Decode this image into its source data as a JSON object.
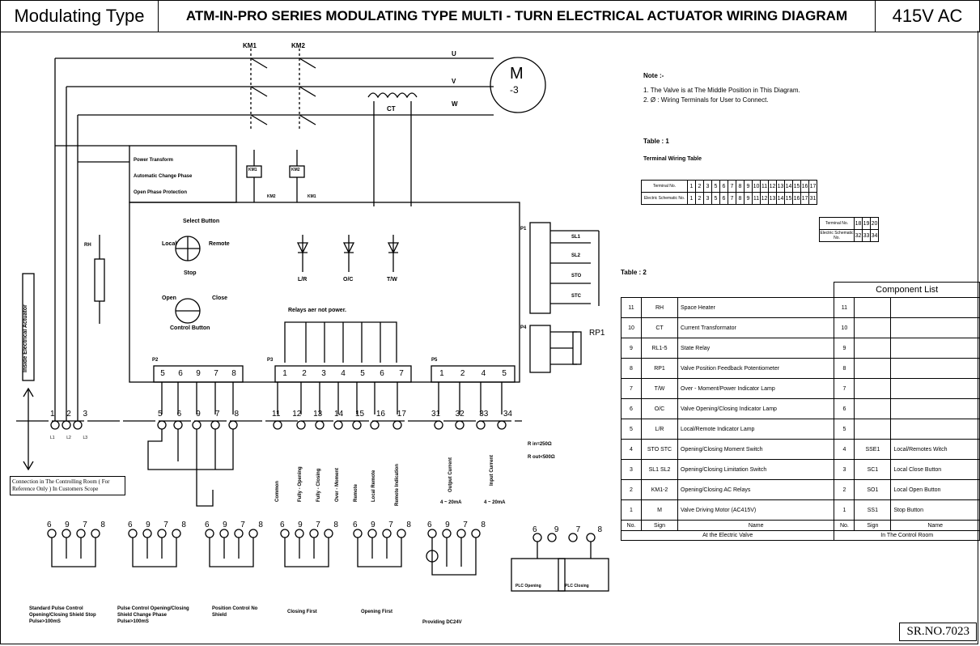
{
  "header": {
    "type_label": "Modulating Type",
    "title": "ATM-IN-PRO SERIES MODULATING TYPE MULTI - TURN ELECTRICAL ACTUATOR WIRING DIAGRAM",
    "voltage": "415V AC"
  },
  "motor": {
    "m": "M",
    "phase": "-3",
    "u": "U",
    "v": "V",
    "w": "W",
    "km1": "KM1",
    "km2": "KM2",
    "ct": "CT"
  },
  "power_box": {
    "l1": "Power Transform",
    "l2": "Automatic Change Phase",
    "l3": "Open Phase Protection",
    "km1": "KM1",
    "km2": "KM2",
    "km1b": "KM1",
    "km2b": "KM2"
  },
  "board": {
    "select_button": "Select Button",
    "local": "Local",
    "remote": "Remote",
    "stop": "Stop",
    "open": "Open",
    "close": "Close",
    "control_button": "Control Button",
    "lr": "L/R",
    "oc": "O/C",
    "tw": "T/W",
    "relays": "Relays aer not power.",
    "rh": "RH",
    "side_label": "Inside Electrical Actuator",
    "rp1": "RP1",
    "sl1": "SL1",
    "sl2": "SL2",
    "sto": "STO",
    "stc": "STC",
    "p1": "P1",
    "p2": "P2",
    "p3": "P3",
    "p4": "P4",
    "p5": "P5"
  },
  "terminals": {
    "p2": [
      "5",
      "6",
      "9",
      "7",
      "8"
    ],
    "p3": [
      "1",
      "2",
      "3",
      "4",
      "5",
      "6",
      "7"
    ],
    "p5": [
      "1",
      "2",
      "4",
      "5"
    ],
    "bottom_left": [
      "1",
      "2",
      "3"
    ],
    "bottom_left_sub": [
      "L1",
      "L2",
      "L3"
    ],
    "bottom_mid": [
      "5",
      "6",
      "9",
      "7",
      "8"
    ],
    "bottom_relay": [
      "11",
      "12",
      "13",
      "14",
      "15",
      "16",
      "17"
    ],
    "bottom_out": [
      "31",
      "32",
      "33",
      "34"
    ]
  },
  "signal_labels": [
    "Common",
    "Fully - Opening",
    "Fully - Closing",
    "Over - Moment",
    "Remote",
    "Local Remote",
    "Remote Indication"
  ],
  "output_labels": [
    "Output Current",
    "Input Current"
  ],
  "current_note": "4 ~ 20mA",
  "resistance": {
    "rin": "R in=250Ω",
    "rout": "R out<500Ω"
  },
  "connection_note": "Connection in The Controlling Room ( For Reference Only ) In Customers Scope",
  "notes": {
    "title": "Note :-",
    "items": [
      "1. The Valve is at The Middle Position in This Diagram.",
      "2. Ø : Wiring Terminals for User to Connect."
    ]
  },
  "table1": {
    "title": "Table : 1",
    "subtitle": "Terminal Wiring Table",
    "row1_label": "Terminal No.",
    "row1": [
      "1",
      "2",
      "3",
      "5",
      "6",
      "7",
      "8",
      "9",
      "10",
      "11",
      "12",
      "13",
      "14",
      "15",
      "16",
      "17"
    ],
    "row2_label": "Electric Schematic No.",
    "row2": [
      "1",
      "2",
      "3",
      "5",
      "6",
      "7",
      "8",
      "9",
      "11",
      "12",
      "13",
      "14",
      "15",
      "16",
      "17",
      "31"
    ],
    "row3_label": "Terminal No.",
    "row3": [
      "18",
      "19",
      "20"
    ],
    "row4_label": "Electric Schematic No.",
    "row4": [
      "32",
      "33",
      "34"
    ]
  },
  "table2": {
    "title": "Table : 2",
    "heading": "Component List",
    "rows": [
      {
        "no": "11",
        "sign": "RH",
        "name": "Space Heater",
        "no2": "11",
        "sign2": "",
        "name2": ""
      },
      {
        "no": "10",
        "sign": "CT",
        "name": "Current Transformator",
        "no2": "10",
        "sign2": "",
        "name2": ""
      },
      {
        "no": "9",
        "sign": "RL1-5",
        "name": "State Relay",
        "no2": "9",
        "sign2": "",
        "name2": ""
      },
      {
        "no": "8",
        "sign": "RP1",
        "name": "Valve Position Feedback Potentiometer",
        "no2": "8",
        "sign2": "",
        "name2": ""
      },
      {
        "no": "7",
        "sign": "T/W",
        "name": "Over - Moment/Power Indicator Lamp",
        "no2": "7",
        "sign2": "",
        "name2": ""
      },
      {
        "no": "6",
        "sign": "O/C",
        "name": "Valve Opening/Closing Indicator Lamp",
        "no2": "6",
        "sign2": "",
        "name2": ""
      },
      {
        "no": "5",
        "sign": "L/R",
        "name": "Local/Remote Indicator Lamp",
        "no2": "5",
        "sign2": "",
        "name2": ""
      },
      {
        "no": "4",
        "sign": "STO STC",
        "name": "Opening/Closing Moment Switch",
        "no2": "4",
        "sign2": "SSE1",
        "name2": "Local/Remotes Witch"
      },
      {
        "no": "3",
        "sign": "SL1 SL2",
        "name": "Opening/Closing Limitation Switch",
        "no2": "3",
        "sign2": "SC1",
        "name2": "Local Close Button"
      },
      {
        "no": "2",
        "sign": "KM1-2",
        "name": "Opening/Closing AC Relays",
        "no2": "2",
        "sign2": "SO1",
        "name2": "Local Open Button"
      },
      {
        "no": "1",
        "sign": "M",
        "name": "Valve Driving Motor (AC415V)",
        "no2": "1",
        "sign2": "SS1",
        "name2": "Stop Button"
      }
    ],
    "col_no": "No.",
    "col_sign": "Sign",
    "col_name": "Name",
    "footer_left": "At the Electric Valve",
    "footer_right": "In The Control Room"
  },
  "modes": [
    {
      "caption": "Standard Pulse Control Opening/Closing Shield Stop Pulse>100mS"
    },
    {
      "caption": "Pulse Control Opening/Closing Shield Change Phase Pulse>100mS"
    },
    {
      "caption": "Position Control No Shield"
    },
    {
      "caption": "Closing First"
    },
    {
      "caption": "Opening First"
    },
    {
      "caption": "Providing DC24V"
    },
    {
      "caption": ""
    }
  ],
  "mode_terminals": [
    "6",
    "9",
    "7",
    "8"
  ],
  "plc": {
    "open": "PLC Opening",
    "close": "PLC Closing"
  },
  "serial": "SR.NO.7023"
}
